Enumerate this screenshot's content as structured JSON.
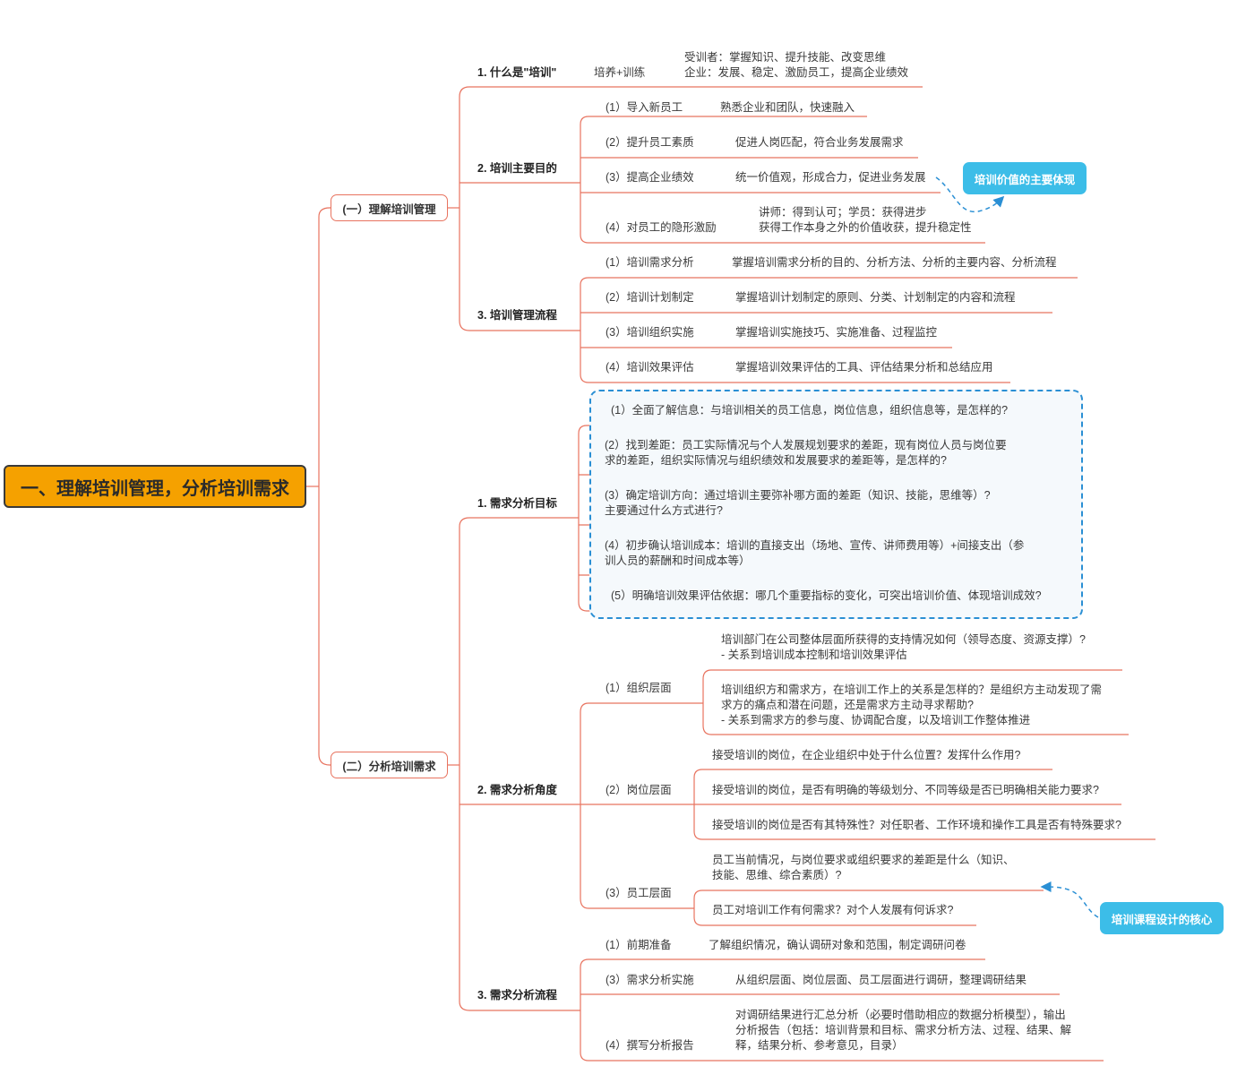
{
  "root": {
    "label": "一、理解培训管理，分析培训需求"
  },
  "section1": {
    "label": "(一）理解培训管理",
    "what": {
      "label": "1. 什么是\"培训\"",
      "sub": "培养+训练",
      "detail": "受训者：掌握知识、提升技能、改变思维\n企业：发展、稳定、激励员工，提高企业绩效"
    },
    "purpose": {
      "label": "2. 培训主要目的",
      "items": [
        {
          "label": "(1）导入新员工",
          "detail": "熟悉企业和团队，快速融入"
        },
        {
          "label": "(2）提升员工素质",
          "detail": "促进人岗匹配，符合业务发展需求"
        },
        {
          "label": "(3）提高企业绩效",
          "detail": "统一价值观，形成合力，促进业务发展"
        },
        {
          "label": "(4）对员工的隐形激励",
          "detail": "讲师：得到认可；学员：获得进步\n获得工作本身之外的价值收获，提升稳定性"
        }
      ],
      "callout": "培训价值的主要体现"
    },
    "process": {
      "label": "3. 培训管理流程",
      "items": [
        {
          "label": "(1）培训需求分析",
          "detail": "掌握培训需求分析的目的、分析方法、分析的主要内容、分析流程"
        },
        {
          "label": "(2）培训计划制定",
          "detail": "掌握培训计划制定的原则、分类、计划制定的内容和流程"
        },
        {
          "label": "(3）培训组织实施",
          "detail": "掌握培训实施技巧、实施准备、过程监控"
        },
        {
          "label": "(4）培训效果评估",
          "detail": "掌握培训效果评估的工具、评估结果分析和总结应用"
        }
      ]
    }
  },
  "section2": {
    "label": "(二）分析培训需求",
    "goals": {
      "label": "1. 需求分析目标",
      "items": [
        "(1）全面了解信息：与培训相关的员工信息，岗位信息，组织信息等，是怎样的?",
        "(2）找到差距：员工实际情况与个人发展规划要求的差距，现有岗位人员与岗位要\n求的差距，组织实际情况与组织绩效和发展要求的差距等，是怎样的?",
        "(3）确定培训方向：通过培训主要弥补哪方面的差距（知识、技能，思维等）?\n主要通过什么方式进行?",
        "(4）初步确认培训成本：培训的直接支出（场地、宣传、讲师费用等）+间接支出（参\n训人员的薪酬和时间成本等）",
        "(5）明确培训效果评估依据：哪几个重要指标的变化，可突出培训价值、体现培训成效?"
      ]
    },
    "angles": {
      "label": "2. 需求分析角度",
      "org": {
        "label": "(1）组织层面",
        "items": [
          "培训部门在公司整体层面所获得的支持情况如何（领导态度、资源支撑）?\n- 关系到培训成本控制和培训效果评估",
          "培训组织方和需求方，在培训工作上的关系是怎样的？是组织方主动发现了需\n求方的痛点和潜在问题，还是需求方主动寻求帮助?\n- 关系到需求方的参与度、协调配合度，以及培训工作整体推进"
        ]
      },
      "post": {
        "label": "(2）岗位层面",
        "items": [
          "接受培训的岗位，在企业组织中处于什么位置？发挥什么作用?",
          "接受培训的岗位，是否有明确的等级划分、不同等级是否已明确相关能力要求?",
          "接受培训的岗位是否有其特殊性？对任职者、工作环境和操作工具是否有特殊要求?"
        ]
      },
      "staff": {
        "label": "(3）员工层面",
        "items": [
          "员工当前情况，与岗位要求或组织要求的差距是什么（知识、\n技能、思维、综合素质）?",
          "员工对培训工作有何需求？对个人发展有何诉求?"
        ],
        "callout": "培训课程设计的核心"
      }
    },
    "flow": {
      "label": "3. 需求分析流程",
      "items": [
        {
          "label": "(1）前期准备",
          "detail": "了解组织情况，确认调研对象和范围，制定调研问卷"
        },
        {
          "label": "(3）需求分析实施",
          "detail": "从组织层面、岗位层面、员工层面进行调研，整理调研结果"
        },
        {
          "label": "(4）撰写分析报告",
          "detail": "对调研结果进行汇总分析（必要时借助相应的数据分析模型），输出\n分析报告（包括：培训背景和目标、需求分析方法、过程、结果、解\n释，结果分析、参考意见，目录）"
        }
      ]
    }
  },
  "colors": {
    "line": "#e8735f",
    "root": "#f5a100",
    "callout": "#3cbde8",
    "dash": "#2a8fd4"
  }
}
